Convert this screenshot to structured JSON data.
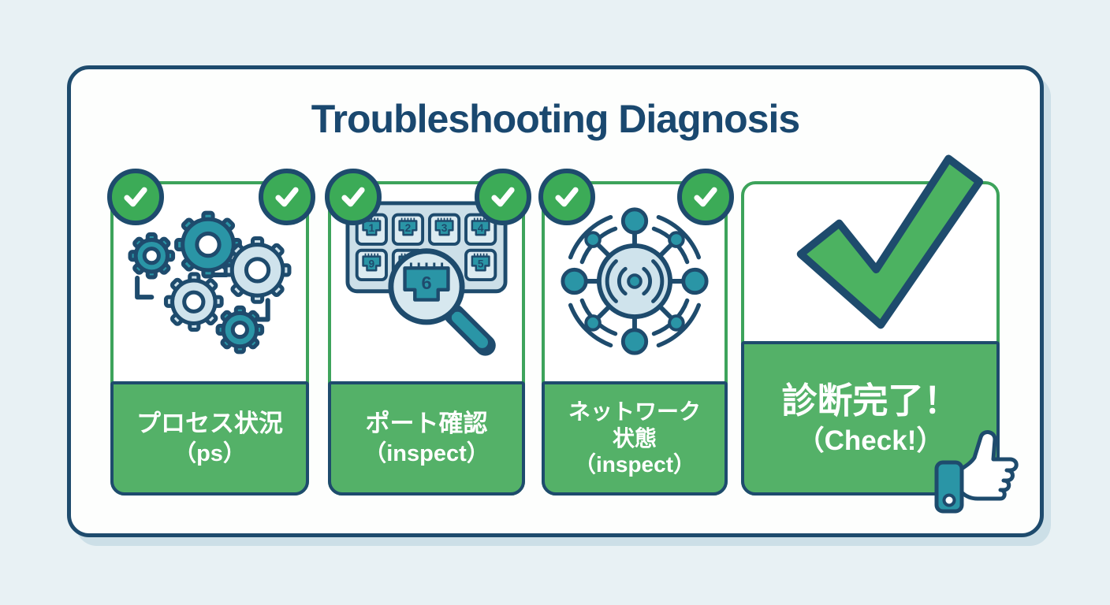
{
  "title": "Troubleshooting Diagnosis",
  "cards": [
    {
      "id": "process-status",
      "icon": "gears",
      "lines": [
        "プロセス状況",
        "（ps）"
      ]
    },
    {
      "id": "port-check",
      "icon": "ports-magnifier",
      "lines": [
        "ポート確認",
        "（inspect）"
      ]
    },
    {
      "id": "network-status",
      "icon": "network-hub",
      "lines": [
        "ネットワーク",
        "状態",
        "（inspect）"
      ]
    },
    {
      "id": "diagnosis-complete",
      "icon": "big-checkmark",
      "lines": [
        "診断完了！",
        "（Check!）"
      ]
    }
  ],
  "ports": {
    "numbers": [
      "1",
      "2",
      "3",
      "4",
      "9",
      "5"
    ],
    "lens_number": "6"
  },
  "icons": {
    "badge": "check-circle",
    "completion": "thumbs-up"
  },
  "colors": {
    "page_background": "#e8f1f4",
    "panel_background": "#fdfefd",
    "outline_navy": "#1e4b6d",
    "title_navy": "#1a486f",
    "card_border_green": "#3da35b",
    "label_green": "#54b168",
    "badge_green": "#3cab57",
    "check_green": "#4cb261",
    "icon_teal": "#2a95a6",
    "icon_light_blue": "#cfe3ec",
    "shadow_blue": "#ccdfe7"
  }
}
